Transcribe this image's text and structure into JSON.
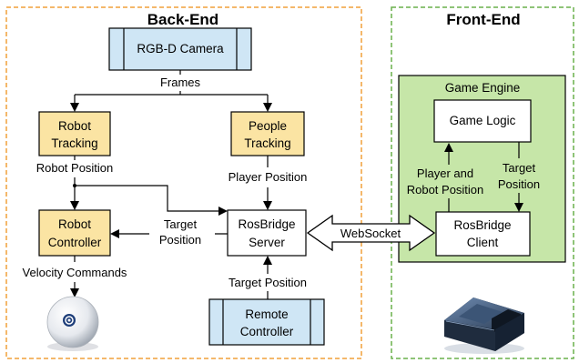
{
  "colors": {
    "backend_border": "#f0a03a",
    "frontend_border": "#6ab04c",
    "game_engine_fill": "#c6e6a8",
    "camera_fill": "#cfe6f5",
    "tracking_fill": "#fbe4a3",
    "arrow": "#000000"
  },
  "backend": {
    "title": "Back-End"
  },
  "frontend": {
    "title": "Front-End"
  },
  "nodes": {
    "camera": "RGB-D Camera",
    "robot_tracking": [
      "Robot",
      "Tracking"
    ],
    "people_tracking": [
      "People",
      "Tracking"
    ],
    "robot_controller": [
      "Robot",
      "Controller"
    ],
    "rosbridge_server": [
      "RosBridge",
      "Server"
    ],
    "remote_controller": [
      "Remote",
      "Controller"
    ],
    "game_engine": "Game Engine",
    "game_logic": "Game Logic",
    "rosbridge_client": [
      "RosBridge",
      "Client"
    ]
  },
  "edges": {
    "frames": "Frames",
    "robot_position": "Robot Position",
    "player_position": "Player Position",
    "target_position_left": [
      "Target",
      "Position"
    ],
    "velocity_commands": "Velocity Commands",
    "target_position_remote": "Target Position",
    "websocket": "WebSocket",
    "player_robot_position": [
      "Player and",
      "Robot Position"
    ],
    "target_position_client": [
      "Target",
      "Position"
    ]
  },
  "icons": {
    "robot": "sphero-ball-robot-icon",
    "game_console": "game-console-icon"
  }
}
